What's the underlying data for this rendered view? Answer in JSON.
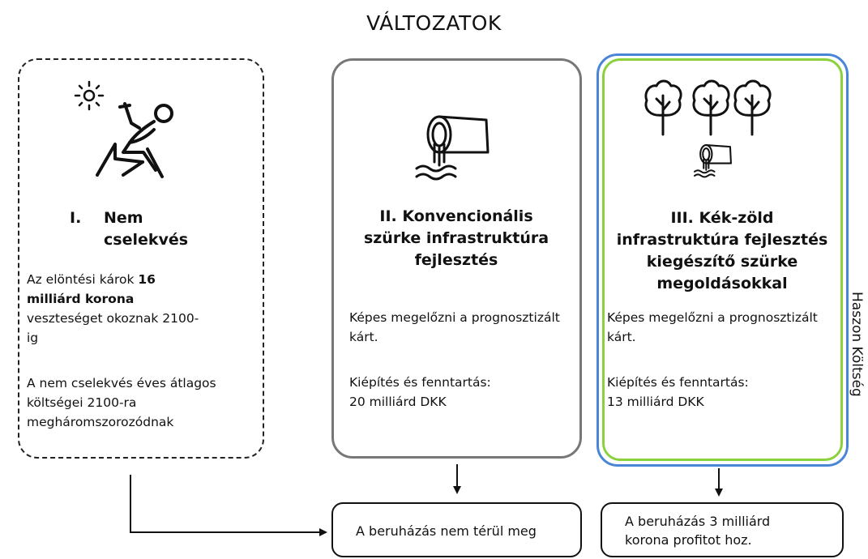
{
  "title": "VÁLTOZATOK",
  "options": [
    {
      "num": "I.",
      "heading": "Nem cselekvés",
      "text_pre": "Az elöntési károk ",
      "text_bold": "16 milliárd korona",
      "text_post": " veszteséget okoznak 2100-ig",
      "text2": "A nem cselekvés éves átlagos költségei 2100-ra megháromszorozódnak"
    },
    {
      "heading": "II. Konvencionális szürke infrastruktúra fejlesztés",
      "text1": "Képes megelőzni a prognosztizált kárt.",
      "text2_label": "Kiépítés és fenntartás:",
      "text2_value": "20 milliárd DKK"
    },
    {
      "heading": "III. Kék-zöld infrastruktúra fejlesztés kiegészítő szürke megoldásokkal",
      "text1": "Képes megelőzni a prognosztizált kárt.",
      "text2_label": "Kiépítés és fenntartás:",
      "text2_value": "13 milliárd DKK"
    }
  ],
  "side_label": "Haszon  Költség",
  "outcomes": [
    "A beruházás nem térül meg",
    "A beruházás 3 milliárd korona profitot hoz."
  ],
  "icons": [
    "sun-icon",
    "reclining-person-icon",
    "pipe-outflow-icon",
    "tree-icon"
  ],
  "colors": {
    "grey_border": "#777777",
    "blue_border": "#4a86d8",
    "green_border": "#8bd13c"
  }
}
